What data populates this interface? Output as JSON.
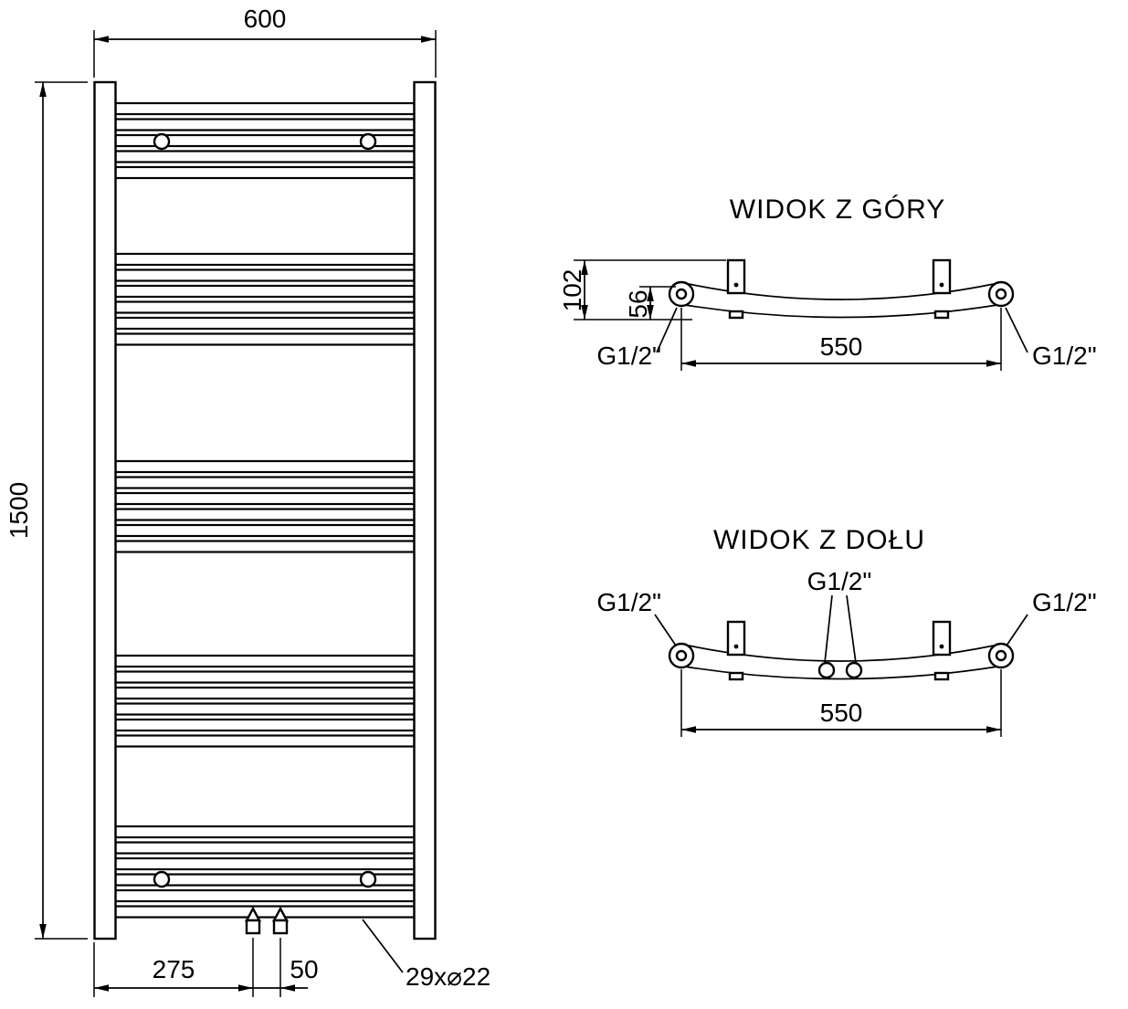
{
  "drawing": {
    "background": "#ffffff",
    "line_color": "#000000"
  },
  "front_view": {
    "dim_width": "600",
    "dim_height": "1500",
    "dim_bottom_offset": "275",
    "dim_bottom_spacing": "50",
    "tube_label": "29x⌀22",
    "rung_groups": [
      {
        "start": 113,
        "count": 5
      },
      {
        "start": 278,
        "count": 6
      },
      {
        "start": 505,
        "count": 6
      },
      {
        "start": 718,
        "count": 6
      },
      {
        "start": 905,
        "count": 6
      }
    ]
  },
  "top_view": {
    "title": "WIDOK Z GÓRY",
    "dim_total_depth": "102",
    "dim_tube_depth": "56",
    "dim_connection_span": "550",
    "thread_left": "G1/2\"",
    "thread_right": "G1/2\""
  },
  "bottom_view": {
    "title": "WIDOK Z DOŁU",
    "dim_connection_span": "550",
    "thread_left": "G1/2\"",
    "thread_center": "G1/2\"",
    "thread_right": "G1/2\""
  }
}
